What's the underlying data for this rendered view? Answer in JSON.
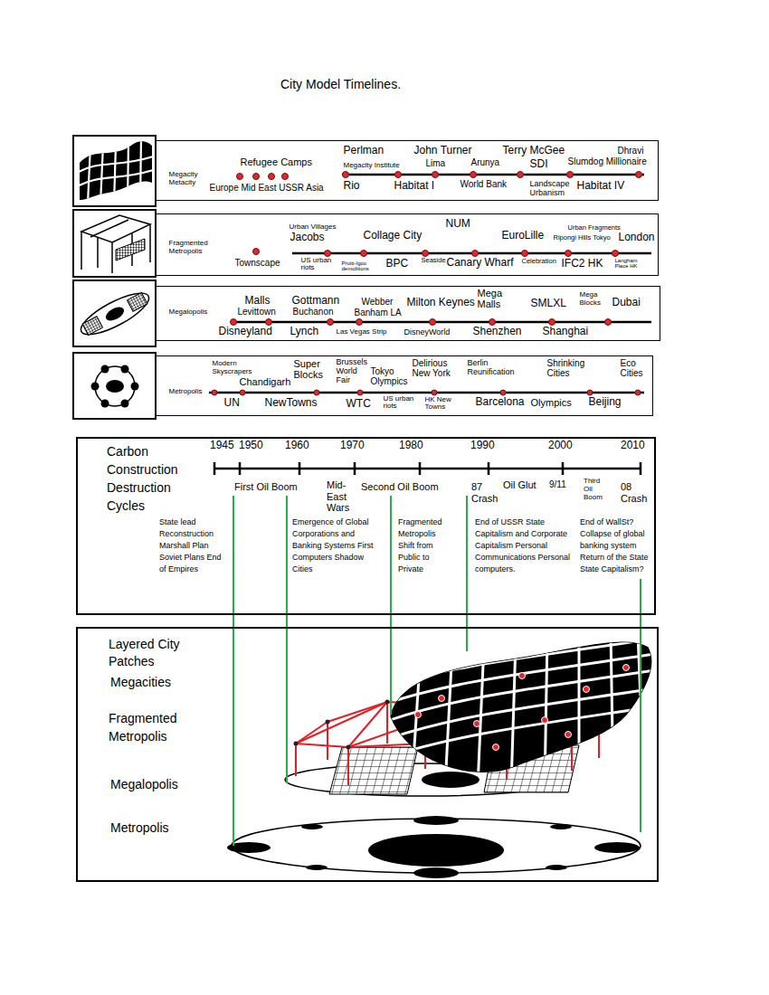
{
  "diagram": {
    "title": "City Model Timelines.",
    "nodes": [
      {
        "text": [
          "Megacity Metacity",
          "Refugee Camps",
          "Europe Mid East USSR Asia",
          "Perlman",
          "Megacity Institute",
          "Rio",
          "Habitat I",
          "John Turner",
          "Lima",
          "Arunya",
          "World Bank",
          "Terry McGee",
          "SDI",
          "Dhravi",
          "Slumdog Millionaire",
          "Landscape Urbanism",
          "Habitat IV"
        ]
      },
      {
        "text": [
          "Fragmented Metropolis",
          "Townscape",
          "Urban Villages",
          "Jacobs",
          "US urban riots",
          "Pruitt-Igoo demolitions",
          "Collage City",
          "BPC",
          "NUM",
          "Seaside",
          "Canary Wharf",
          "EuroLille",
          "Celebration",
          "Urban Fragments",
          "Ripongi Hills Tokyo",
          "London",
          "IFC2 HK",
          "Langham Place HK"
        ]
      },
      {
        "text": [
          "Megalopolis",
          "Malls",
          "Levittown",
          "Disneyland",
          "Gottmann",
          "Buchanon",
          "Lynch",
          "Webber",
          "Banham LA",
          "Las Vegas Strip",
          "Milton Keynes",
          "DisneyWorld",
          "Mega Malls",
          "SMLXL",
          "Shenzhen",
          "Shanghai",
          "Mega Blocks",
          "Dubai"
        ]
      },
      {
        "text": [
          "Metropolis",
          "Modern Skyscrapers",
          "Chandigarh",
          "UN",
          "Super Blocks",
          "NewTowns",
          "Brussels World Fair",
          "Tokyo Olympics",
          "WTC",
          "US urban riots",
          "Delirious New York",
          "HK New Towns",
          "Berlin Reunification",
          "Barcelona",
          "Olympics",
          "Shrinking Cities",
          "Beijing",
          "Eco Cities"
        ]
      },
      {
        "text": [
          "Carbon Construction Destruction Cycles",
          "1945",
          "1950",
          "1960",
          "1970",
          "1980",
          "1990",
          "2000",
          "2010",
          "First Oil Boom",
          "Mid-East Wars",
          "Second Oil Boom",
          "87 Crash",
          "Oil Glut",
          "9/11",
          "Third Oil Boom",
          "08 Crash",
          "State lead Reconstruction Marshall Plan Soviet Plans End of Empires",
          "Emergence of Global Corporations and Banking Systems First Computers Shadow Cities",
          "Fragmented Metropolis Shift from Public to Private",
          "End of USSR State Capitalism and Corporate Capitalism Personal Communications Personal computers.",
          "End of WallSt? Collapse of global banking system Return of the State State Capitalism?"
        ]
      },
      {
        "text": [
          "Layered City Patches",
          "Megacities",
          "Fragmented Metropolis",
          "Megalopolis",
          "Metropolis"
        ]
      }
    ]
  }
}
